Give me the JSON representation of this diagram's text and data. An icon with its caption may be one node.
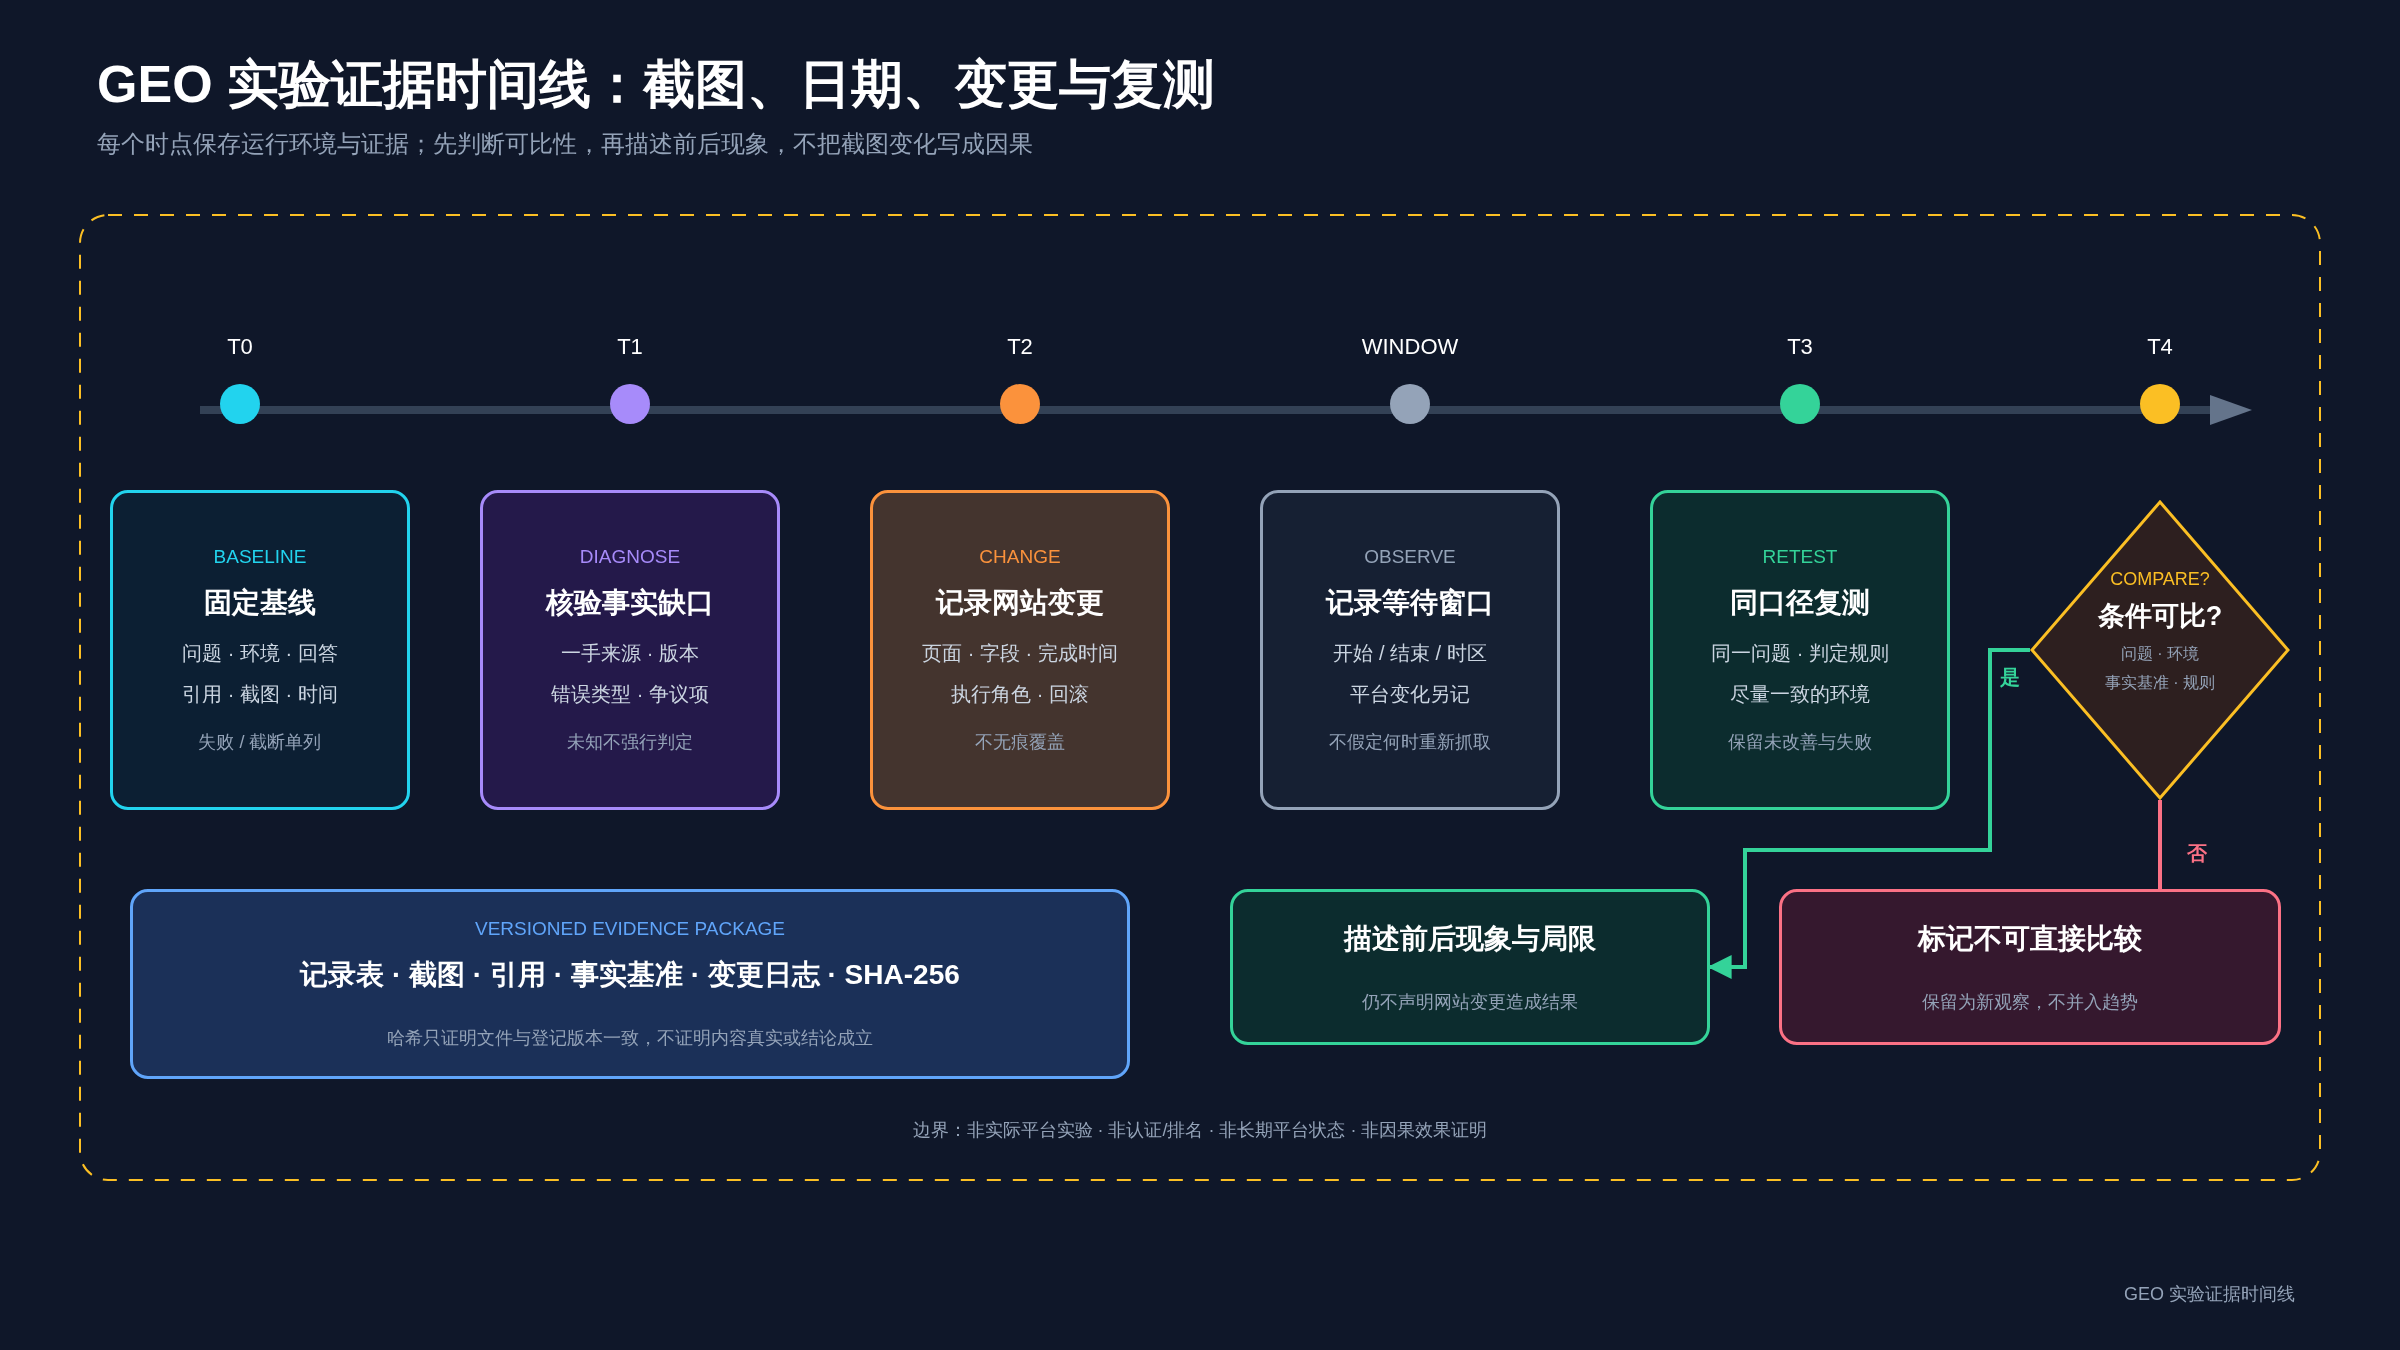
{
  "diagram": {
    "title": "GEO 实验证据时间线：截图、日期、变更与复测",
    "caption": "每个时点保存运行环境与证据；先判断可比性，再描述前后现象，不把截图变化写成因果",
    "nodes": [
      {
        "text": [
          "T0"
        ]
      },
      {
        "text": [
          "T1"
        ]
      },
      {
        "text": [
          "T2"
        ]
      },
      {
        "text": [
          "WINDOW"
        ]
      },
      {
        "text": [
          "T3"
        ]
      },
      {
        "text": [
          "T4"
        ]
      },
      {
        "text": [
          "BASELINE",
          "固定基线",
          "问题 · 环境 · 回答",
          "引用 · 截图 · 时间",
          "失败 / 截断单列"
        ]
      },
      {
        "text": [
          "DIAGNOSE",
          "核验事实缺口",
          "一手来源 · 版本",
          "错误类型 · 争议项",
          "未知不强行判定"
        ]
      },
      {
        "text": [
          "CHANGE",
          "记录网站变更",
          "页面 · 字段 · 完成时间",
          "执行角色 · 回滚",
          "不无痕覆盖"
        ]
      },
      {
        "text": [
          "OBSERVE",
          "记录等待窗口",
          "开始 / 结束 / 时区",
          "平台变化另记",
          "不假定何时重新抓取"
        ]
      },
      {
        "text": [
          "RETEST",
          "同口径复测",
          "同一问题 · 判定规则",
          "尽量一致的环境",
          "保留未改善与失败"
        ]
      },
      {
        "text": [
          "COMPARE?",
          "条件可比?",
          "问题 · 环境",
          "事实基准 · 规则"
        ]
      },
      {
        "text": [
          "VERSIONED EVIDENCE PACKAGE",
          "记录表 · 截图 · 引用 · 事实基准 · 变更日志 · SHA-256",
          "哈希只证明文件与登记版本一致，不证明内容真实或结论成立"
        ]
      },
      {
        "text": [
          "描述前后现象与局限",
          "仍不声明网站变更造成结果"
        ]
      },
      {
        "text": [
          "标记不可直接比较",
          "保留为新观察，不并入趋势"
        ]
      }
    ],
    "edges": [
      {
        "from": 11,
        "to": 13,
        "arrow": "to",
        "label": "是",
        "color": "#34d399"
      },
      {
        "from": 11,
        "to": 14,
        "arrow": "none",
        "label": "否",
        "color": "#fb7185"
      }
    ],
    "labels": [
      "边界：非实际平台实验 · 非认证/排名 · 非长期平台状态 · 非因果效果证明",
      "GEO 实验证据时间线"
    ]
  }
}
